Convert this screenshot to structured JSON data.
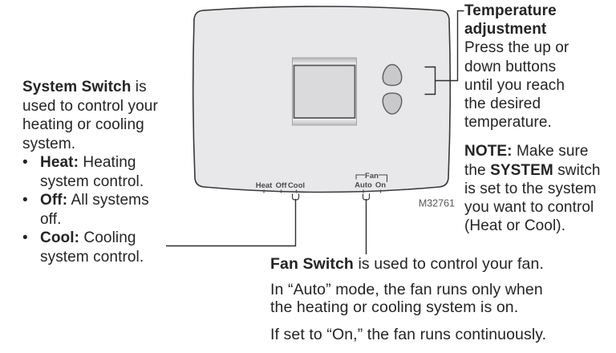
{
  "system_callout": {
    "intro": {
      "bold": "System Switch",
      "after_bold": " is",
      "line2": "used to control your",
      "line3": "heating or cooling",
      "line4": "system."
    },
    "bullet_marker": "•",
    "bullets": [
      {
        "term": "Heat:",
        "rest": " Heating",
        "line2": "system control."
      },
      {
        "term": "Off:",
        "rest": " All systems",
        "line2": "off."
      },
      {
        "term": "Cool:",
        "rest": " Cooling",
        "line2": "system control."
      }
    ]
  },
  "temp_callout": {
    "title_line1": "Temperature",
    "title_line2": "adjustment",
    "body_lines": [
      "Press the up or",
      "down buttons",
      "until you reach",
      "the desired",
      "temperature."
    ],
    "note": {
      "bold1": "NOTE:",
      "text1": " Make sure",
      "line2_pre": "the ",
      "bold2": "SYSTEM",
      "line2_post": " switch",
      "line3": "is set to the system",
      "line4": "you want to control",
      "line5": "(Heat or Cool)."
    }
  },
  "fan_callout": {
    "bold": "Fan Switch",
    "after_bold": " is used to control your fan.",
    "para2_line1": "In “Auto” mode, the fan runs only when",
    "para2_line2": "the heating or cooling system is on.",
    "para3": "If set to “On,” the fan runs continuously."
  },
  "device": {
    "model": "M32761",
    "system_switch_labels": [
      "Heat",
      "Off",
      "Cool"
    ],
    "fan_group_label": "Fan",
    "fan_switch_labels": [
      "Auto",
      "On"
    ]
  },
  "colors": {
    "body_fill": "#e8e8ea",
    "screen_fill": "#dadadc",
    "button_fill": "#c9c9cb",
    "outline": "#38383a",
    "callout_line": "#2d2d2f",
    "small_label": "#4a4a4c"
  }
}
